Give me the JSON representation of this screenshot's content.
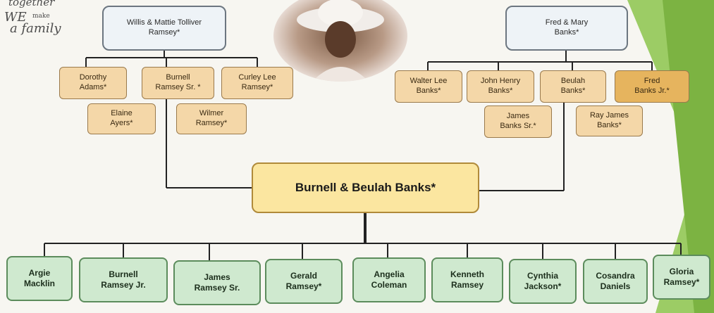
{
  "logo": {
    "line1": "together",
    "line2": "WE",
    "line3": "make",
    "line4": "a family"
  },
  "parents_left": {
    "label": "Willis & Mattie Tolliver\nRamsey*"
  },
  "parents_right": {
    "label": "Fred & Mary\nBanks*"
  },
  "siblings_left": [
    {
      "label": "Dorothy\nAdams*"
    },
    {
      "label": "Burnell\nRamsey Sr. *"
    },
    {
      "label": "Curley Lee\nRamsey*"
    },
    {
      "label": "Elaine\nAyers*"
    },
    {
      "label": "Wilmer\nRamsey*"
    }
  ],
  "siblings_right": [
    {
      "label": "Walter Lee\nBanks*"
    },
    {
      "label": "John Henry\nBanks*"
    },
    {
      "label": "Beulah\nBanks*"
    },
    {
      "label": "Fred\nBanks Jr.*"
    },
    {
      "label": "James\nBanks Sr.*"
    },
    {
      "label": "Ray James\nBanks*"
    }
  ],
  "couple": {
    "label": "Burnell & Beulah Banks*"
  },
  "children": [
    {
      "label": "Argie\nMacklin"
    },
    {
      "label": "Burnell\nRamsey Jr."
    },
    {
      "label": "James\nRamsey Sr."
    },
    {
      "label": "Gerald\nRamsey*"
    },
    {
      "label": "Angelia\nColeman"
    },
    {
      "label": "Kenneth\nRamsey"
    },
    {
      "label": "Cynthia\nJackson*"
    },
    {
      "label": "Cosandra\nDaniels"
    },
    {
      "label": "Gloria\nRamsey*"
    }
  ],
  "colors": {
    "line": "#222222",
    "parent_fill": "#eef3f7",
    "sibling_fill": "#f4d7a8",
    "couple_fill": "#fbe6a0",
    "child_fill": "#cfe9cf",
    "accent_green": "#8bc34a"
  }
}
